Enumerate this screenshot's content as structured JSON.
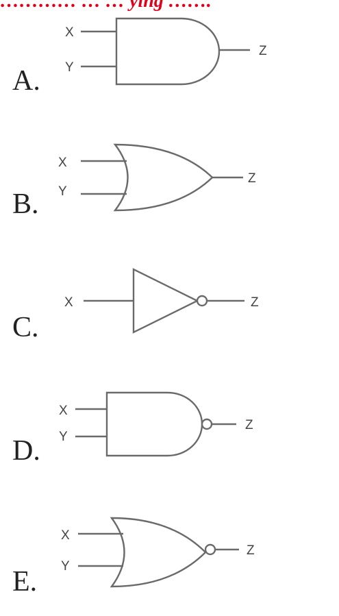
{
  "header_fragment": {
    "text": "………… … … ying …….",
    "color": "#e0001a"
  },
  "options": [
    {
      "label": "A.",
      "gate": "and-gate-icon",
      "inputs": [
        "X",
        "Y"
      ],
      "output": "Z"
    },
    {
      "label": "B.",
      "gate": "or-gate-icon",
      "inputs": [
        "X",
        "Y"
      ],
      "output": "Z"
    },
    {
      "label": "C.",
      "gate": "not-gate-icon",
      "inputs": [
        "X"
      ],
      "output": "Z"
    },
    {
      "label": "D.",
      "gate": "nand-gate-icon",
      "inputs": [
        "X",
        "Y"
      ],
      "output": "Z"
    },
    {
      "label": "E.",
      "gate": "nor-gate-icon",
      "inputs": [
        "X",
        "Y"
      ],
      "output": "Z"
    }
  ],
  "colors": {
    "line": "#6a6a6a",
    "text": "#222222"
  }
}
